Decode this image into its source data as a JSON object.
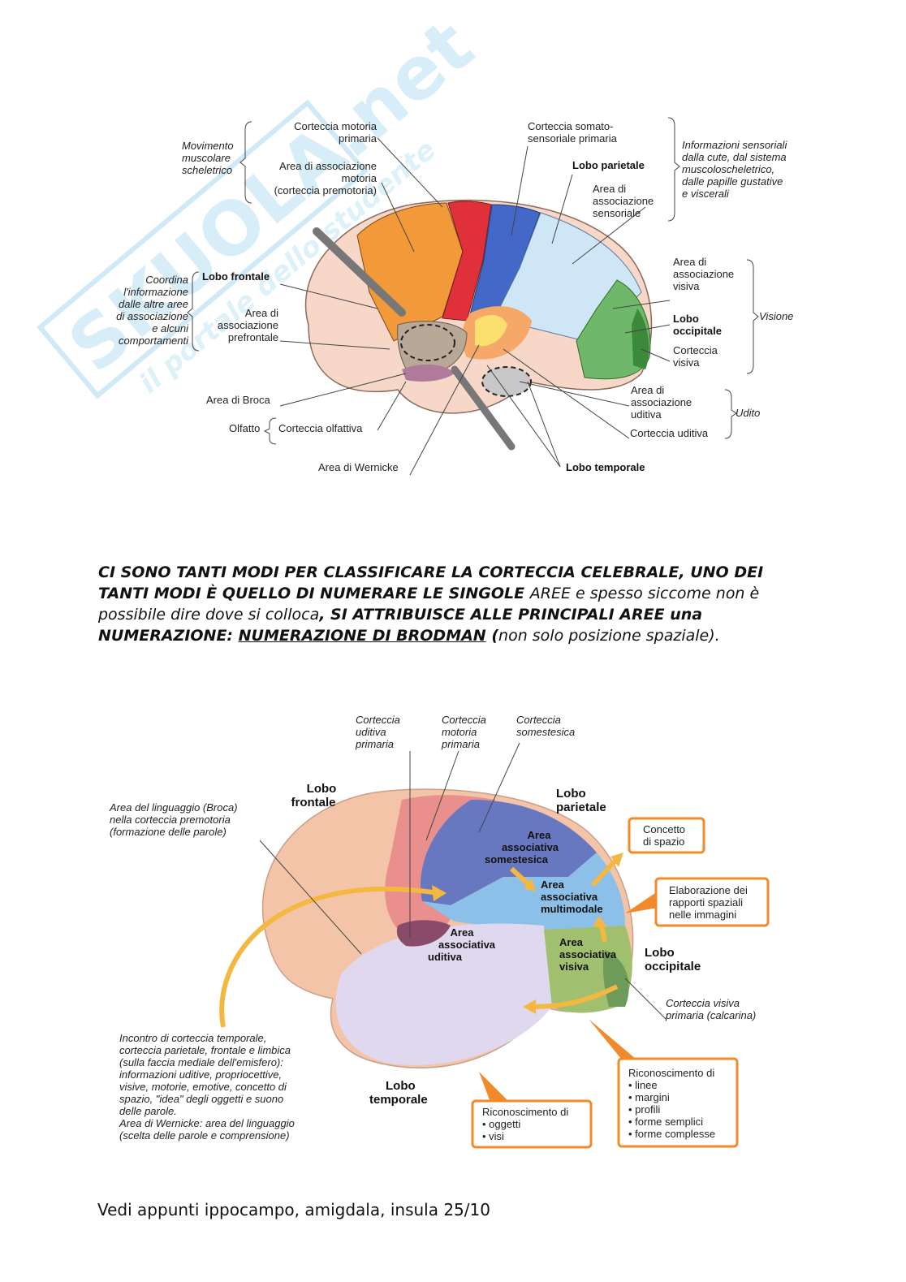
{
  "watermark": {
    "brand": "SKUOLA.net",
    "tagline": "il portale dello studente"
  },
  "figure1": {
    "left_group_movimento": "Movimento muscolare scheletrico",
    "corteccia_motoria_primaria": "Corteccia motoria primaria",
    "area_assoc_motoria": "Area di associazione motoria (corteccia premotoria)",
    "corteccia_somatosensoriale": "Corteccia somato- sensoriale primaria",
    "lobo_parietale": "Lobo parietale",
    "area_assoc_sensoriale": "Area di associazione sensoriale",
    "info_sensoriali": "Informazioni sensoriali dalla cute, dal sistema muscoloscheletrico, dalle papille gustative e viscerali",
    "coordina": "Coordina l'informazione dalle altre aree di associazione e alcuni comportamenti",
    "lobo_frontale": "Lobo frontale",
    "area_prefrontale": "Area di associazione prefrontale",
    "area_broca": "Area di Broca",
    "olfatto": "Olfatto",
    "corteccia_olfattiva": "Corteccia olfattiva",
    "area_wernicke": "Area di Wernicke",
    "lobo_temporale": "Lobo temporale",
    "area_assoc_visiva": "Area di associazione visiva",
    "lobo_occipitale": "Lobo occipitale",
    "corteccia_visiva": "Corteccia visiva",
    "visione": "Visione",
    "area_assoc_uditiva": "Area di associazione uditiva",
    "corteccia_uditiva": "Corteccia uditiva",
    "udito": "Udito"
  },
  "paragraph": {
    "p1": "CI SONO TANTI MODI PER CLASSIFICARE LA CORTECCIA CELEBRALE, UNO DEI TANTI MODI È QUELLO DI NUMERARE LE SINGOLE ",
    "p2": "AREE e spesso siccome non è possibile dire dove si colloca",
    "p3": ", SI ATTRIBUISCE ALLE PRINCIPALI AREE una NUMERAZIONE: ",
    "p4": "NUMERAZIONE DI BRODMAN",
    "p5": " (",
    "p6": "non solo posizione spaziale)."
  },
  "figure2": {
    "corteccia_uditiva_primaria": "Corteccia uditiva primaria",
    "corteccia_motoria_primaria": "Corteccia motoria primaria",
    "corteccia_somestesica": "Corteccia somestesica",
    "lobo_frontale": "Lobo frontale",
    "lobo_parietale": "Lobo parietale",
    "area_linguaggio_broca": "Area del linguaggio (Broca) nella corteccia premotoria (formazione delle parole)",
    "area_assoc_somestesica": "Area associativa somestesica",
    "area_assoc_multimodale": "Area associativa multimodale",
    "area_assoc_uditiva": "Area associativa uditiva",
    "area_assoc_visiva": "Area associativa visiva",
    "lobo_occipitale": "Lobo occipitale",
    "concetto_spazio": "Concetto di spazio",
    "elaborazione_rapporti": "Elaborazione dei rapporti spaziali nelle immagini",
    "corteccia_visiva_primaria": "Corteccia visiva primaria (calcarina)",
    "incontro": "Incontro di corteccia temporale, corteccia parietale, frontale e limbica (sulla faccia mediale dell'emisfero): informazioni uditive, propriocettive, visive, motorie, emotive, concetto di spazio, \"idea\" degli oggetti e suono delle parole.",
    "wernicke": "Area di Wernicke: area del linguaggio (scelta delle parole e comprensione)",
    "lobo_temporale": "Lobo temporale",
    "riconoscimento_oggetti_title": "Riconoscimento di",
    "riconoscimento_oggetti_items": [
      "oggetti",
      "visi"
    ],
    "riconoscimento_linee_title": "Riconoscimento di",
    "riconoscimento_linee_items": [
      "linee",
      "margini",
      "profili",
      "forme semplici",
      "forme complesse"
    ]
  },
  "footer": {
    "text": "Vedi appunti ippocampo, amigdala, insula 25/10"
  }
}
